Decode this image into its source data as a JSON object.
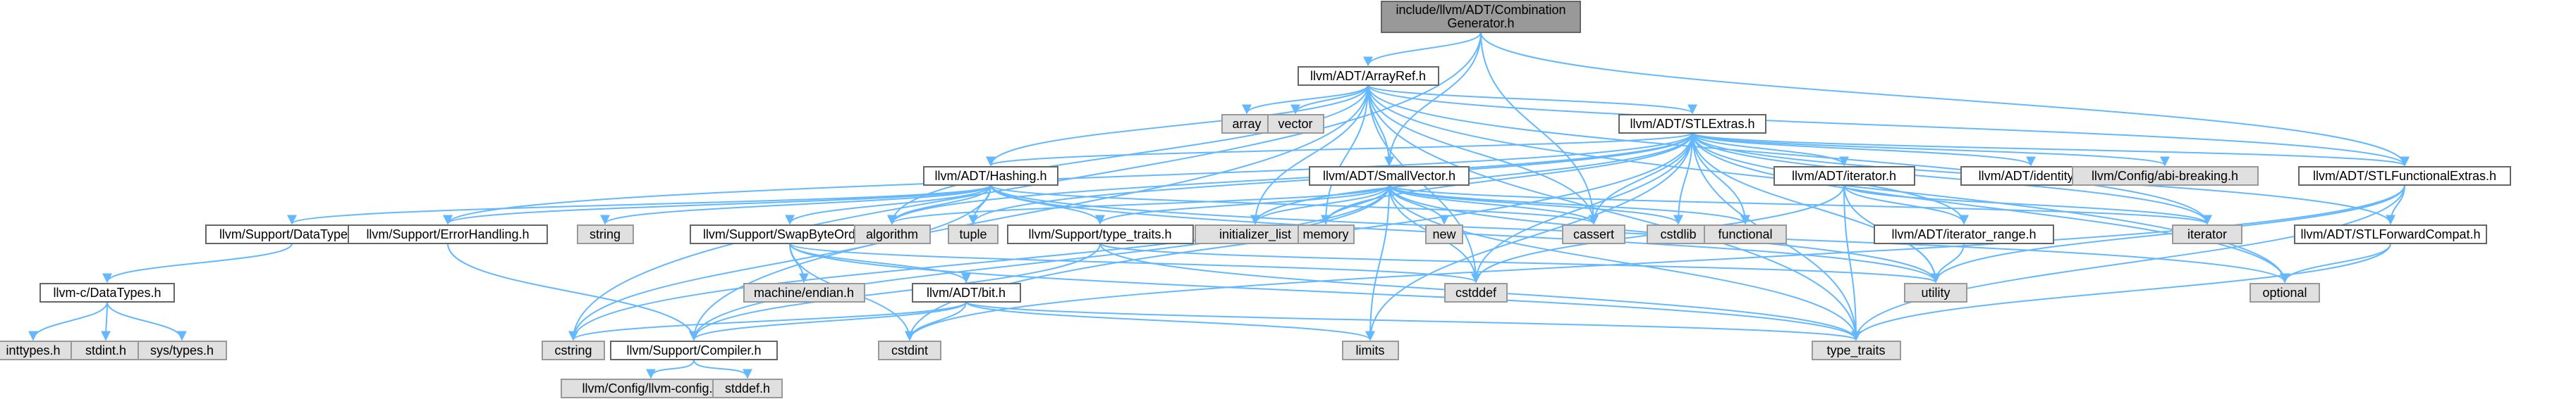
{
  "colors": {
    "edge": "#63b8ff",
    "root_fill": "#999999",
    "external_fill": "#e0e0e0",
    "internal_fill": "#ffffff"
  },
  "nodes": [
    {
      "id": "root",
      "label": "include/llvm/ADT/Combination\nGenerator.h",
      "kind": "root"
    },
    {
      "id": "arrayref",
      "label": "llvm/ADT/ArrayRef.h",
      "kind": "int"
    },
    {
      "id": "array",
      "label": "array",
      "kind": "ext"
    },
    {
      "id": "vector",
      "label": "vector",
      "kind": "ext"
    },
    {
      "id": "stlextras",
      "label": "llvm/ADT/STLExtras.h",
      "kind": "int"
    },
    {
      "id": "hashing",
      "label": "llvm/ADT/Hashing.h",
      "kind": "int"
    },
    {
      "id": "smallvector",
      "label": "llvm/ADT/SmallVector.h",
      "kind": "int"
    },
    {
      "id": "iteratorh",
      "label": "llvm/ADT/iterator.h",
      "kind": "int"
    },
    {
      "id": "identity",
      "label": "llvm/ADT/identity.h",
      "kind": "int"
    },
    {
      "id": "abibreaking",
      "label": "llvm/Config/abi-breaking.h",
      "kind": "ext"
    },
    {
      "id": "stlfunc",
      "label": "llvm/ADT/STLFunctionalExtras.h",
      "kind": "int"
    },
    {
      "id": "stlfwd",
      "label": "llvm/ADT/STLForwardCompat.h",
      "kind": "int"
    },
    {
      "id": "datatypes",
      "label": "llvm/Support/DataTypes.h",
      "kind": "int"
    },
    {
      "id": "errorhandling",
      "label": "llvm/Support/ErrorHandling.h",
      "kind": "int"
    },
    {
      "id": "string",
      "label": "string",
      "kind": "ext"
    },
    {
      "id": "swapbyte",
      "label": "llvm/Support/SwapByteOrder.h",
      "kind": "int"
    },
    {
      "id": "algorithm",
      "label": "algorithm",
      "kind": "ext"
    },
    {
      "id": "tuple",
      "label": "tuple",
      "kind": "ext"
    },
    {
      "id": "typetraits_h",
      "label": "llvm/Support/type_traits.h",
      "kind": "int"
    },
    {
      "id": "initlist",
      "label": "initializer_list",
      "kind": "ext"
    },
    {
      "id": "memory",
      "label": "memory",
      "kind": "ext"
    },
    {
      "id": "new",
      "label": "new",
      "kind": "ext"
    },
    {
      "id": "cassert",
      "label": "cassert",
      "kind": "ext"
    },
    {
      "id": "cstdlib",
      "label": "cstdlib",
      "kind": "ext"
    },
    {
      "id": "functional",
      "label": "functional",
      "kind": "ext"
    },
    {
      "id": "iterrange",
      "label": "llvm/ADT/iterator_range.h",
      "kind": "int"
    },
    {
      "id": "iterator",
      "label": "iterator",
      "kind": "ext"
    },
    {
      "id": "optional",
      "label": "optional",
      "kind": "ext"
    },
    {
      "id": "cdatatypes",
      "label": "llvm-c/DataTypes.h",
      "kind": "int"
    },
    {
      "id": "machineendian",
      "label": "machine/endian.h",
      "kind": "ext"
    },
    {
      "id": "bit",
      "label": "llvm/ADT/bit.h",
      "kind": "int"
    },
    {
      "id": "cstddef",
      "label": "cstddef",
      "kind": "ext"
    },
    {
      "id": "utility",
      "label": "utility",
      "kind": "ext"
    },
    {
      "id": "inttypes",
      "label": "inttypes.h",
      "kind": "ext"
    },
    {
      "id": "stdint",
      "label": "stdint.h",
      "kind": "ext"
    },
    {
      "id": "systypes",
      "label": "sys/types.h",
      "kind": "ext"
    },
    {
      "id": "cstring",
      "label": "cstring",
      "kind": "ext"
    },
    {
      "id": "compiler",
      "label": "llvm/Support/Compiler.h",
      "kind": "int"
    },
    {
      "id": "cstdint",
      "label": "cstdint",
      "kind": "ext"
    },
    {
      "id": "limits",
      "label": "limits",
      "kind": "ext"
    },
    {
      "id": "type_traits",
      "label": "type_traits",
      "kind": "ext"
    },
    {
      "id": "llvmconfig",
      "label": "llvm/Config/llvm-config.h",
      "kind": "ext"
    },
    {
      "id": "stddef",
      "label": "stddef.h",
      "kind": "ext"
    }
  ],
  "edges": [
    [
      "root",
      "arrayref"
    ],
    [
      "root",
      "smallvector"
    ],
    [
      "root",
      "stlfunc"
    ],
    [
      "root",
      "cassert"
    ],
    [
      "root",
      "cstring"
    ],
    [
      "arrayref",
      "array"
    ],
    [
      "arrayref",
      "vector"
    ],
    [
      "arrayref",
      "stlextras"
    ],
    [
      "arrayref",
      "hashing"
    ],
    [
      "arrayref",
      "smallvector"
    ],
    [
      "arrayref",
      "compiler"
    ],
    [
      "arrayref",
      "algorithm"
    ],
    [
      "arrayref",
      "cassert"
    ],
    [
      "arrayref",
      "cstddef"
    ],
    [
      "arrayref",
      "initlist"
    ],
    [
      "arrayref",
      "iterator"
    ],
    [
      "arrayref",
      "memory"
    ],
    [
      "arrayref",
      "optional"
    ],
    [
      "arrayref",
      "type_traits"
    ],
    [
      "arrayref",
      "stlfunc"
    ],
    [
      "stlextras",
      "hashing"
    ],
    [
      "stlextras",
      "iteratorh"
    ],
    [
      "stlextras",
      "identity"
    ],
    [
      "stlextras",
      "abibreaking"
    ],
    [
      "stlextras",
      "stlfunc"
    ],
    [
      "stlextras",
      "stlfwd"
    ],
    [
      "stlextras",
      "iterrange"
    ],
    [
      "stlextras",
      "errorhandling"
    ],
    [
      "stlextras",
      "algorithm"
    ],
    [
      "stlextras",
      "cassert"
    ],
    [
      "stlextras",
      "cstddef"
    ],
    [
      "stlextras",
      "cstdint"
    ],
    [
      "stlextras",
      "cstdlib"
    ],
    [
      "stlextras",
      "functional"
    ],
    [
      "stlextras",
      "initlist"
    ],
    [
      "stlextras",
      "iterator"
    ],
    [
      "stlextras",
      "limits"
    ],
    [
      "stlextras",
      "memory"
    ],
    [
      "stlextras",
      "optional"
    ],
    [
      "stlextras",
      "tuple"
    ],
    [
      "stlextras",
      "type_traits"
    ],
    [
      "stlextras",
      "utility"
    ],
    [
      "hashing",
      "datatypes"
    ],
    [
      "hashing",
      "errorhandling"
    ],
    [
      "hashing",
      "swapbyte"
    ],
    [
      "hashing",
      "typetraits_h"
    ],
    [
      "hashing",
      "algorithm"
    ],
    [
      "hashing",
      "cassert"
    ],
    [
      "hashing",
      "cstring"
    ],
    [
      "hashing",
      "optional"
    ],
    [
      "hashing",
      "string"
    ],
    [
      "hashing",
      "tuple"
    ],
    [
      "hashing",
      "utility"
    ],
    [
      "smallvector",
      "compiler"
    ],
    [
      "smallvector",
      "typetraits_h"
    ],
    [
      "smallvector",
      "algorithm"
    ],
    [
      "smallvector",
      "cassert"
    ],
    [
      "smallvector",
      "cstddef"
    ],
    [
      "smallvector",
      "cstdlib"
    ],
    [
      "smallvector",
      "cstring"
    ],
    [
      "smallvector",
      "functional"
    ],
    [
      "smallvector",
      "initlist"
    ],
    [
      "smallvector",
      "iterator"
    ],
    [
      "smallvector",
      "limits"
    ],
    [
      "smallvector",
      "memory"
    ],
    [
      "smallvector",
      "new"
    ],
    [
      "smallvector",
      "type_traits"
    ],
    [
      "smallvector",
      "utility"
    ],
    [
      "iteratorh",
      "iterrange"
    ],
    [
      "iteratorh",
      "cstddef"
    ],
    [
      "iteratorh",
      "iterator"
    ],
    [
      "iteratorh",
      "type_traits"
    ],
    [
      "iteratorh",
      "utility"
    ],
    [
      "iterrange",
      "utility"
    ],
    [
      "stlfunc",
      "stlfwd"
    ],
    [
      "stlfunc",
      "cstdint"
    ],
    [
      "stlfunc",
      "type_traits"
    ],
    [
      "stlfunc",
      "utility"
    ],
    [
      "stlfwd",
      "optional"
    ],
    [
      "stlfwd",
      "type_traits"
    ],
    [
      "datatypes",
      "cdatatypes"
    ],
    [
      "cdatatypes",
      "inttypes"
    ],
    [
      "cdatatypes",
      "stdint"
    ],
    [
      "cdatatypes",
      "systypes"
    ],
    [
      "errorhandling",
      "compiler"
    ],
    [
      "swapbyte",
      "bit"
    ],
    [
      "swapbyte",
      "machineendian"
    ],
    [
      "swapbyte",
      "cstddef"
    ],
    [
      "swapbyte",
      "cstdint"
    ],
    [
      "swapbyte",
      "type_traits"
    ],
    [
      "bit",
      "compiler"
    ],
    [
      "bit",
      "cstring"
    ],
    [
      "bit",
      "cstdint"
    ],
    [
      "bit",
      "limits"
    ],
    [
      "bit",
      "type_traits"
    ],
    [
      "typetraits_h",
      "compiler"
    ],
    [
      "typetraits_h",
      "type_traits"
    ],
    [
      "typetraits_h",
      "utility"
    ],
    [
      "compiler",
      "llvmconfig"
    ],
    [
      "compiler",
      "stddef"
    ]
  ]
}
